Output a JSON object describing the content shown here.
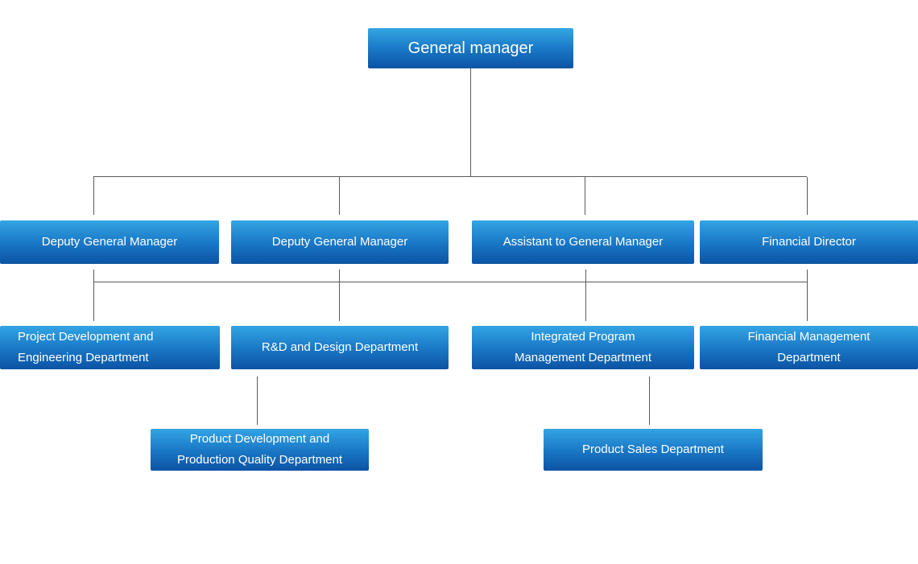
{
  "org_chart": {
    "root": {
      "label": "General manager"
    },
    "level2": [
      {
        "label": "Deputy General Manager"
      },
      {
        "label": "Deputy General Manager"
      },
      {
        "label": "Assistant to General Manager"
      },
      {
        "label": "Financial Director"
      }
    ],
    "level3": [
      {
        "label": "Project Development and\nEngineering Department"
      },
      {
        "label": "R&D and Design Department"
      },
      {
        "label": "Integrated Program\nManagement Department"
      },
      {
        "label": "Financial Management\nDepartment"
      }
    ],
    "level4": [
      {
        "label": "Product Development and\nProduction Quality Department"
      },
      {
        "label": "Product Sales Department"
      }
    ]
  },
  "colors": {
    "box_gradient_top": "#33a5e4",
    "box_gradient_mid": "#1a78c6",
    "box_gradient_bottom": "#0c53a4",
    "box_text": "#ffffff",
    "connector_line": "#5a5a5a",
    "background": "#ffffff"
  }
}
